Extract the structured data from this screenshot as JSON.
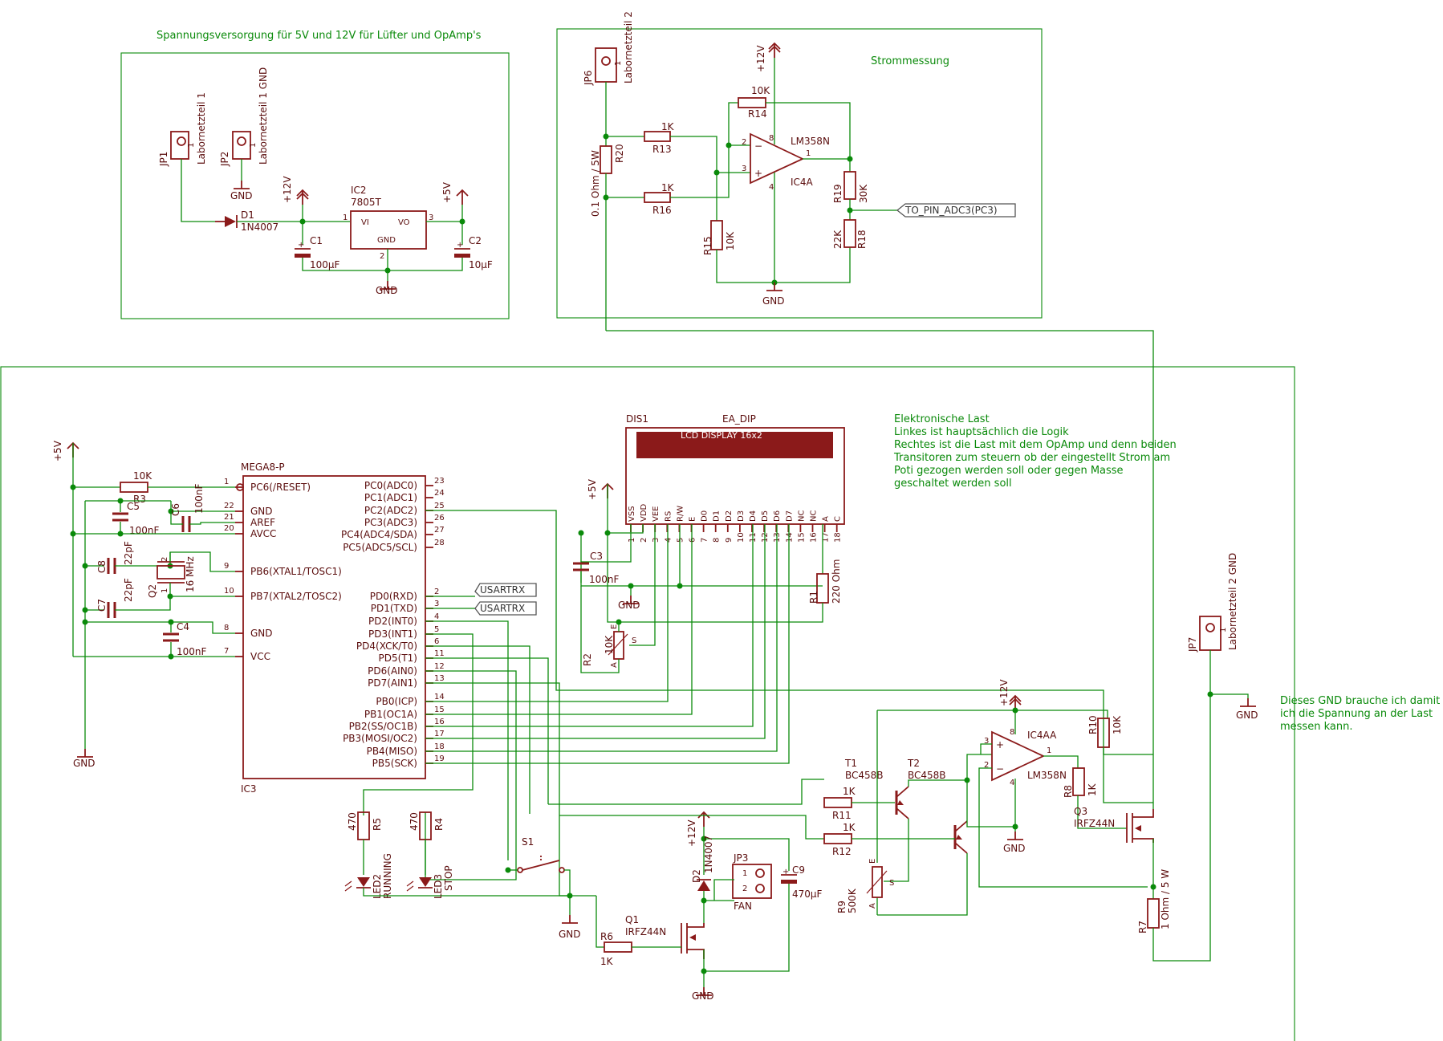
{
  "frames": {
    "supply_title": "Spannungsversorgung für 5V und 12V für Lüfter und OpAmp's",
    "current_title": "Strommessung",
    "load_notes": [
      "Elektronische Last",
      "Linkes ist hauptsächlich die Logik",
      "Rechtes ist die Last mit dem OpAmp und denn beiden",
      " Transitoren zum steuern ob der eingestellt Strom am",
      " Poti gezogen werden soll oder gegen Masse",
      " geschaltet werden soll"
    ],
    "gnd_note": [
      "Dieses GND brauche ich damit",
      "ich die Spannung an der Last",
      "messen kann."
    ]
  },
  "supply": {
    "jp1": "JP1",
    "jp1_label": "Labornetzteil 1",
    "jp2": "JP2",
    "jp2_label": "Labornetzteil 1 GND",
    "pin1": "1",
    "d1": "D1",
    "d1_val": "1N4007",
    "ic2": "IC2",
    "ic2_val": "7805T",
    "vi": "VI",
    "vo": "VO",
    "gnd_pin": "GND",
    "p1": "1",
    "p2": "2",
    "p3": "3",
    "c1": "C1",
    "c1_val": "100µF",
    "c2": "C2",
    "c2_val": "10µF",
    "v12": "+12V",
    "v5": "+5V",
    "gnd": "GND"
  },
  "current": {
    "jp6": "JP6",
    "jp6_label": "Labornetzteil 2",
    "r20": "R20",
    "r20_val": "0.1 Ohm / 5W",
    "r13": "R13",
    "r13_val": "1K",
    "r16": "R16",
    "r16_val": "1K",
    "r14": "R14",
    "r14_val": "10K",
    "r15": "R15",
    "r15_val": "10K",
    "r19": "R19",
    "r19_val": "30K",
    "r18": "R18",
    "r18_val": "22K",
    "ic4a": "IC4A",
    "opamp": "LM358N",
    "pin_minus": "2",
    "pin_plus": "3",
    "pin_out": "1",
    "pin_v": "8",
    "pin_g": "4",
    "v12": "+12V",
    "gnd": "GND",
    "adc_label": "TO_PIN_ADC3(PC3)"
  },
  "mcu": {
    "name": "MEGA8-P",
    "ref": "IC3",
    "left_pins": [
      {
        "num": "1",
        "name": "PC6(/RESET)"
      },
      {
        "num": "22",
        "name": "GND"
      },
      {
        "num": "21",
        "name": "AREF"
      },
      {
        "num": "20",
        "name": "AVCC"
      },
      {
        "num": "9",
        "name": "PB6(XTAL1/TOSC1)"
      },
      {
        "num": "10",
        "name": "PB7(XTAL2/TOSC2)"
      },
      {
        "num": "8",
        "name": "GND"
      },
      {
        "num": "7",
        "name": "VCC"
      }
    ],
    "right_pins": [
      {
        "num": "23",
        "name": "PC0(ADC0)"
      },
      {
        "num": "24",
        "name": "PC1(ADC1)"
      },
      {
        "num": "25",
        "name": "PC2(ADC2)"
      },
      {
        "num": "26",
        "name": "PC3(ADC3)"
      },
      {
        "num": "27",
        "name": "PC4(ADC4/SDA)"
      },
      {
        "num": "28",
        "name": "PC5(ADC5/SCL)"
      },
      {
        "num": "2",
        "name": "PD0(RXD)"
      },
      {
        "num": "3",
        "name": "PD1(TXD)"
      },
      {
        "num": "4",
        "name": "PD2(INT0)"
      },
      {
        "num": "5",
        "name": "PD3(INT1)"
      },
      {
        "num": "6",
        "name": "PD4(XCK/T0)"
      },
      {
        "num": "11",
        "name": "PD5(T1)"
      },
      {
        "num": "12",
        "name": "PD6(AIN0)"
      },
      {
        "num": "13",
        "name": "PD7(AIN1)"
      },
      {
        "num": "14",
        "name": "PB0(ICP)"
      },
      {
        "num": "15",
        "name": "PB1(OC1A)"
      },
      {
        "num": "16",
        "name": "PB2(SS/OC1B)"
      },
      {
        "num": "17",
        "name": "PB3(MOSI/OC2)"
      },
      {
        "num": "18",
        "name": "PB4(MISO)"
      },
      {
        "num": "19",
        "name": "PB5(SCK)"
      }
    ]
  },
  "logic": {
    "v5": "+5V",
    "gnd": "GND",
    "r3": "R3",
    "r3_val": "10K",
    "c5": "C5",
    "c5_val": "100nF",
    "c6": "C6",
    "c6_val": "100nF",
    "c8": "C8",
    "c8_val": "22pF",
    "c7": "C7",
    "c7_val": "22pF",
    "q2": "Q2",
    "q2_val": "16 MHz",
    "q2_p1": "1",
    "q2_p2": "2",
    "c4": "C4",
    "c4_val": "100nF",
    "usart1": "USARTRX",
    "usart2": "USARTRX",
    "r5": "R5",
    "r5_val": "470",
    "led2": "LED2",
    "led2_val": "RUNNING",
    "r4": "R4",
    "r4_val": "470",
    "led3": "LED3",
    "led3_val": "STOP",
    "s1": "S1"
  },
  "lcd": {
    "dis1": "DIS1",
    "ea": "EA_DIP",
    "title": "LCD DISPLAY 16x2",
    "pins": [
      "VSS",
      "VDD",
      "VEE",
      "RS",
      "R/W",
      "E",
      "D0",
      "D1",
      "D2",
      "D3",
      "D4",
      "D5",
      "D6",
      "D7",
      "NC",
      "NC",
      "A",
      "C"
    ],
    "nums": [
      "1",
      "2",
      "3",
      "4",
      "5",
      "6",
      "7",
      "8",
      "9",
      "10",
      "11",
      "12",
      "13",
      "14",
      "15",
      "16",
      "17",
      "18"
    ],
    "v5": "+5V",
    "c3": "C3",
    "c3_val": "100nF",
    "gnd": "GND",
    "r1": "R1",
    "r1_val": "220 Ohm",
    "r2": "R2",
    "r2_val": "10K",
    "pot_e": "E",
    "pot_s": "S",
    "pot_a": "A"
  },
  "fan": {
    "v12": "+12V",
    "d2": "D2",
    "d2_val": "1N4007",
    "jp3": "JP3",
    "jp3_p1": "1",
    "jp3_p2": "2",
    "fan": "FAN",
    "c9": "C9",
    "c9_val": "470µF",
    "q1": "Q1",
    "q1_val": "IRFZ44N",
    "r6": "R6",
    "r6_val": "1K",
    "gnd": "GND",
    "gnd2": "GND"
  },
  "load": {
    "t1": "T1",
    "t1_val": "BC458B",
    "t2": "T2",
    "t2_val": "BC458B",
    "r11": "R11",
    "r11_val": "1K",
    "r12": "R12",
    "r12_val": "1K",
    "r9": "R9",
    "r9_val": "500K",
    "pot_e": "E",
    "pot_s": "S",
    "pot_a": "A",
    "r10": "R10",
    "r10_val": "10K",
    "ic4aa": "IC4AA",
    "opamp": "LM358N",
    "pin_plus": "3",
    "pin_minus": "2",
    "pin_out": "1",
    "pin_v": "8",
    "pin_g": "4",
    "r8": "R8",
    "r8_val": "1K",
    "q3": "Q3",
    "q3_val": "IRFZ44N",
    "r7": "R7",
    "r7_val": "1 Ohm / 5 W",
    "v12": "+12V",
    "gnd": "GND",
    "jp7": "JP7",
    "jp7_label": "Labornetzteil 2 GND",
    "jp7_pin": "1",
    "gnd2": "GND"
  }
}
